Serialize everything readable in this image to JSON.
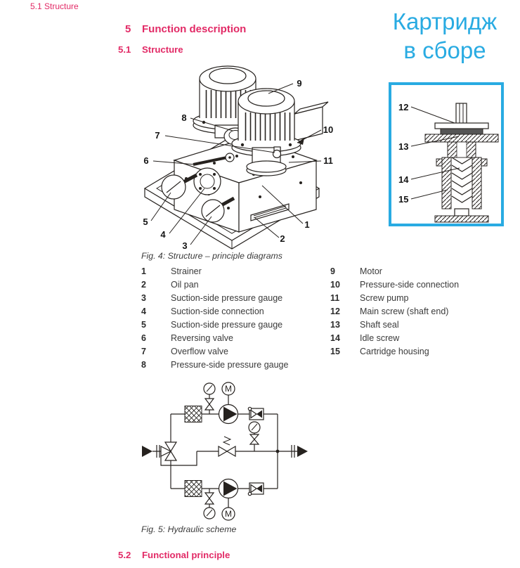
{
  "page_header": {
    "text": "5.1 Structure"
  },
  "sections": {
    "main": {
      "number": "5",
      "title": "Function description"
    },
    "sub": {
      "number": "5.1",
      "title": "Structure"
    },
    "next": {
      "number": "5.2",
      "title": "Functional principle"
    }
  },
  "annotation": {
    "line1": "Картридж",
    "line2": "в сборе"
  },
  "fig4": {
    "caption": "Fig. 4: Structure – principle diagrams",
    "callouts": [
      "1",
      "2",
      "3",
      "4",
      "5",
      "6",
      "7",
      "8",
      "9",
      "10",
      "11"
    ],
    "cartridge_callouts": [
      "12",
      "13",
      "14",
      "15"
    ]
  },
  "legend": {
    "left": [
      {
        "num": "1",
        "label": "Strainer"
      },
      {
        "num": "2",
        "label": "Oil pan"
      },
      {
        "num": "3",
        "label": "Suction-side pressure gauge"
      },
      {
        "num": "4",
        "label": "Suction-side connection"
      },
      {
        "num": "5",
        "label": "Suction-side pressure gauge"
      },
      {
        "num": "6",
        "label": "Reversing valve"
      },
      {
        "num": "7",
        "label": "Overflow valve"
      },
      {
        "num": "8",
        "label": "Pressure-side pressure gauge"
      }
    ],
    "right": [
      {
        "num": "9",
        "label": "Motor"
      },
      {
        "num": "10",
        "label": "Pressure-side connection"
      },
      {
        "num": "11",
        "label": "Screw pump"
      },
      {
        "num": "12",
        "label": "Main screw (shaft end)"
      },
      {
        "num": "13",
        "label": "Shaft seal"
      },
      {
        "num": "14",
        "label": "Idle screw"
      },
      {
        "num": "15",
        "label": "Cartridge housing"
      }
    ]
  },
  "fig5": {
    "caption": "Fig. 5: Hydraulic scheme",
    "motor_label": "M",
    "symbols": [
      "inlet-flow-arrow",
      "pipe-flange",
      "three-way-valve",
      "filter",
      "shutoff-valve",
      "pressure-gauge",
      "pump",
      "motor",
      "non-return-valve",
      "relief-valve",
      "outlet-flow-arrow"
    ]
  },
  "colors": {
    "accent_pink": "#e22a66",
    "accent_blue": "#29abe2",
    "ink": "#26221f"
  }
}
